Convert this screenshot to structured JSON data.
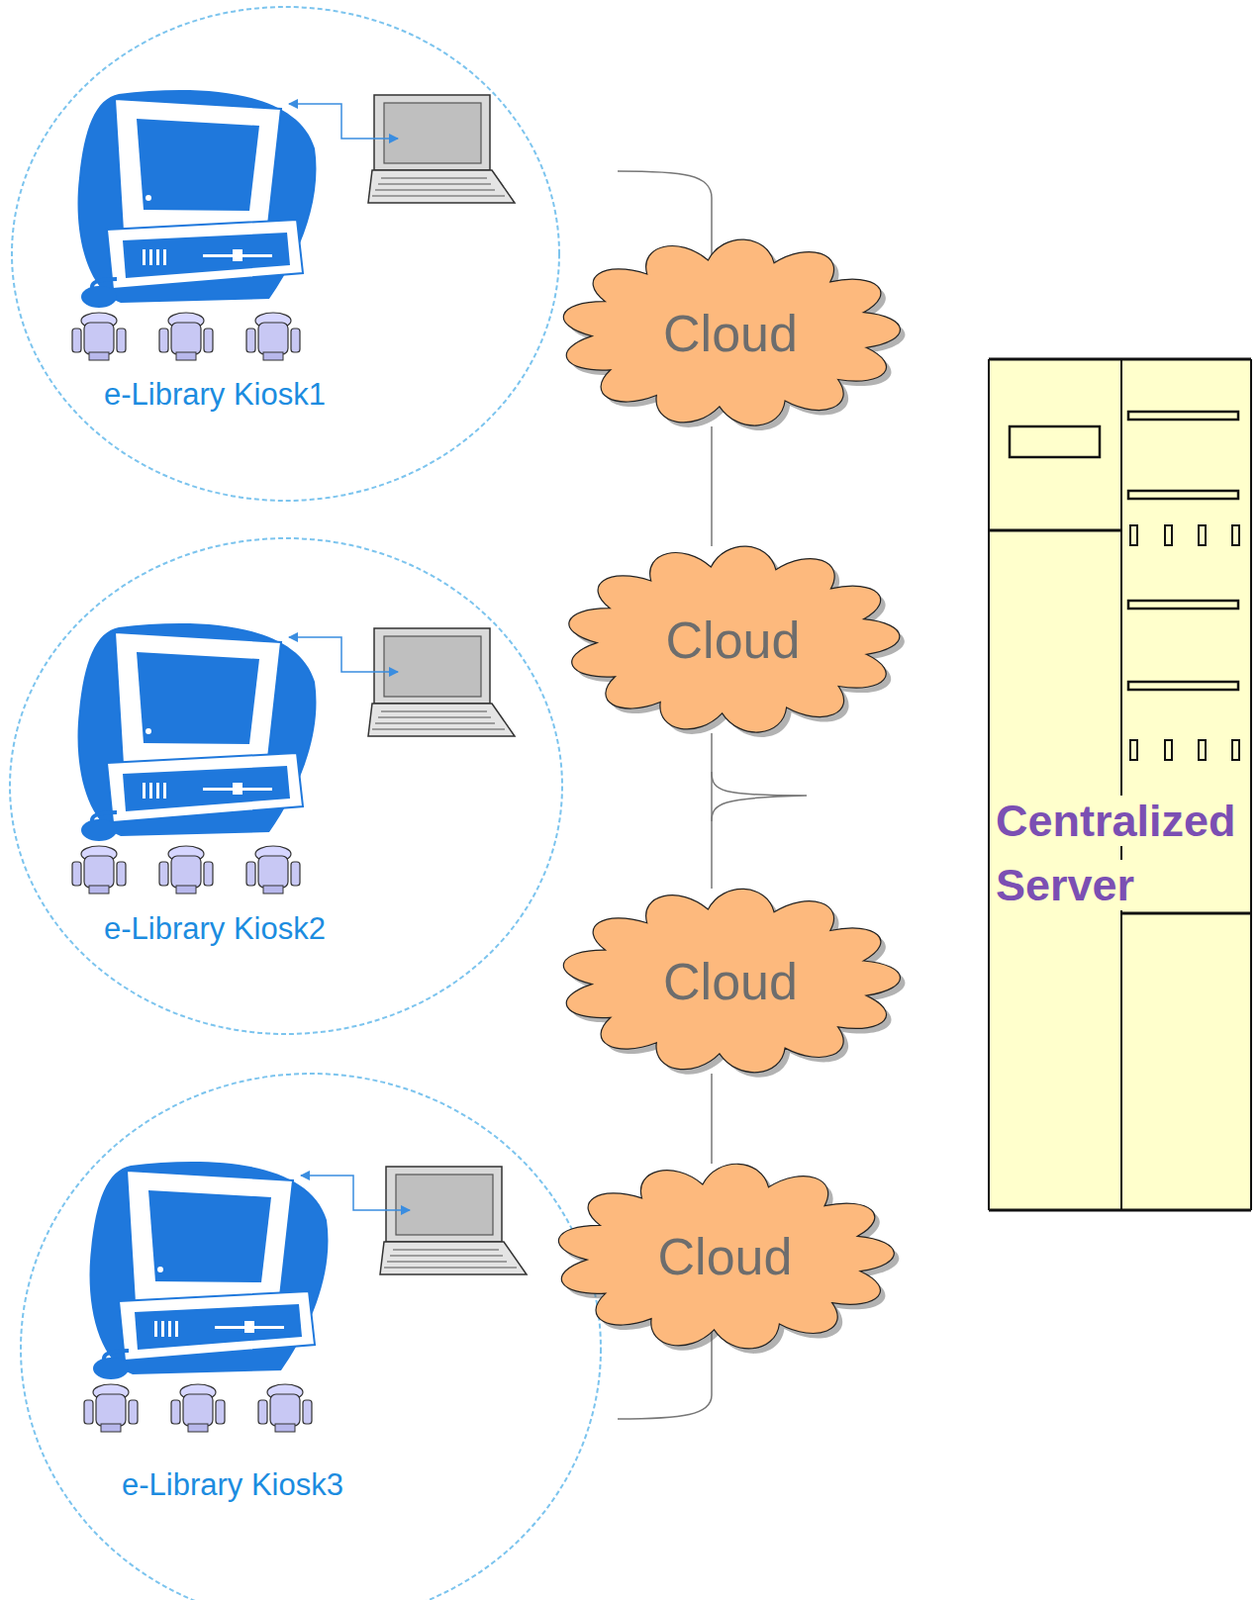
{
  "diagram": {
    "nodes": [
      {
        "text": [
          "e-Library Kiosk1"
        ]
      },
      {
        "text": [
          "e-Library Kiosk2"
        ]
      },
      {
        "text": [
          "e-Library Kiosk3"
        ]
      },
      {
        "text": [
          "Cloud"
        ]
      },
      {
        "text": [
          "Cloud"
        ]
      },
      {
        "text": [
          "Cloud"
        ]
      },
      {
        "text": [
          "Cloud"
        ]
      },
      {
        "text": [
          "Centralized Server"
        ]
      }
    ],
    "edges": [
      {
        "from": 3,
        "to": 4,
        "arrow": "none"
      },
      {
        "from": 4,
        "to": 5,
        "arrow": "none"
      },
      {
        "from": 5,
        "to": 6,
        "arrow": "none"
      }
    ]
  }
}
